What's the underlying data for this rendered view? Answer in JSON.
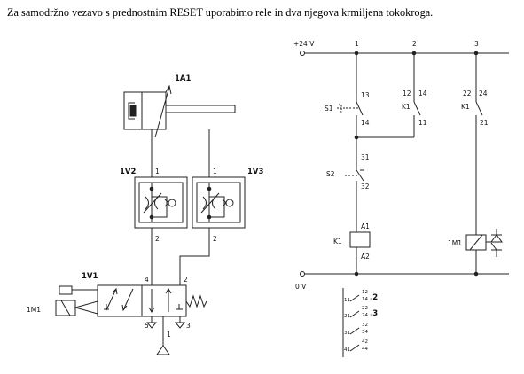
{
  "caption": "Za samodržno vezavo s prednostnim RESET uporabimo rele in dva njegova krmiljena tokokroga.",
  "pneumatic": {
    "cylinder_label": "1A1",
    "valve_left_label": "1V2",
    "valve_right_label": "1V3",
    "valve_main_label": "1V1",
    "solenoid_label": "1M1",
    "port_1": "1",
    "port_2": "2",
    "port_3": "3",
    "port_4": "4",
    "port_5": "5"
  },
  "electrical": {
    "supply_label": "+24 V",
    "ground_label": "0 V",
    "path_1": "1",
    "path_2": "2",
    "path_3": "3",
    "s1_label": "S1",
    "s2_label": "S2",
    "k1_label": "K1",
    "m1_label": "1M1",
    "t13": "13",
    "t14": "14",
    "t12": "12",
    "t14b": "14",
    "t11": "11",
    "t22": "22",
    "t24": "24",
    "t21": "21",
    "t31": "31",
    "t32": "32",
    "a1": "A1",
    "a2": "A2",
    "t14c": "14",
    "contact_table": [
      {
        "c": "11",
        "top": "12",
        "bot": "14",
        "ref": ".2"
      },
      {
        "c": "21",
        "top": "22",
        "bot": "24",
        "ref": ".3"
      },
      {
        "c": "31",
        "top": "32",
        "bot": "34",
        "ref": ""
      },
      {
        "c": "41",
        "top": "42",
        "bot": "44",
        "ref": ""
      }
    ]
  }
}
